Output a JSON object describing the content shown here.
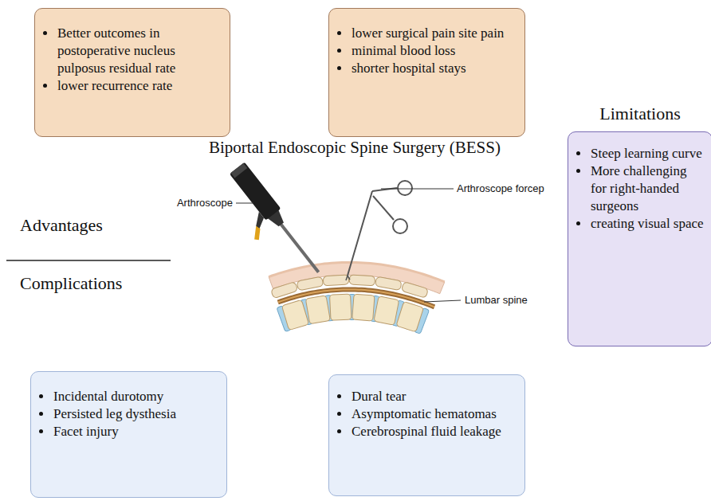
{
  "diagram": {
    "title": "Biportal Endoscopic Spine Surgery (BESS)",
    "nodes": [
      {
        "text": [
          "Better outcomes in postoperative nucleus pulposus residual rate",
          "lower recurrence rate"
        ]
      },
      {
        "text": [
          "lower surgical pain site pain",
          "minimal blood loss",
          "shorter hospital stays"
        ]
      },
      {
        "text": [
          "Limitations",
          "Steep learning curve",
          "More challenging for right-handed surgeons",
          "creating visual space"
        ]
      },
      {
        "text": [
          "Incidental durotomy",
          "Persisted leg dysthesia",
          "Facet injury"
        ]
      },
      {
        "text": [
          "Dural tear",
          "Asymptomatic hematomas",
          "Cerebrospinal fluid leakage"
        ]
      }
    ],
    "labels": [
      "Advantages",
      "Complications",
      "Arthroscope",
      "Arthroscope forcep",
      "Lumbar spine"
    ]
  }
}
